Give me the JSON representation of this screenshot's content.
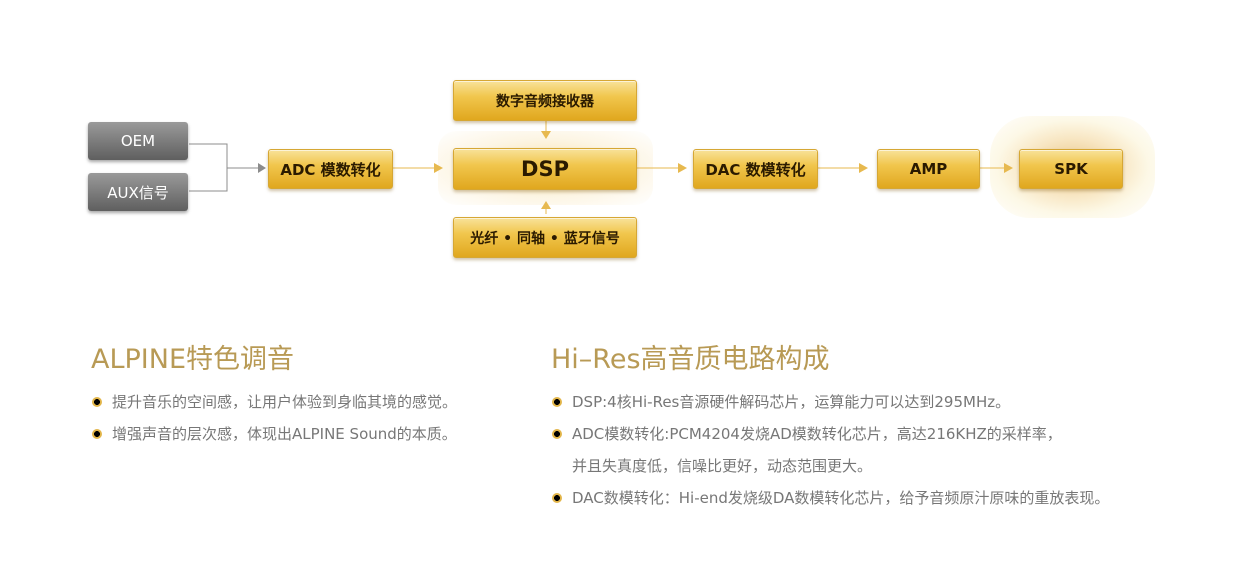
{
  "diagram": {
    "inputs": [
      "OEM",
      "AUX信号"
    ],
    "adc": "ADC 模数转化",
    "dsp": "DSP",
    "top_source": "数字音频接收器",
    "bottom_source": "光纤 • 同轴 • 蓝牙信号",
    "dac": "DAC 数模转化",
    "amp": "AMP",
    "spk": "SPK"
  },
  "left_section": {
    "title": "ALPINE特色调音",
    "items": [
      "提升音乐的空间感，让用户体验到身临其境的感觉。",
      "增强声音的层次感，体现出ALPINE Sound的本质。"
    ]
  },
  "right_section": {
    "title": "Hi–Res高音质电路构成",
    "items": [
      {
        "text": "DSP:4核Hi-Res音源硬件解码芯片，运算能力可以达到295MHz。",
        "cont": ""
      },
      {
        "text": "ADC模数转化:PCM4204发烧AD模数转化芯片，高达216KHZ的采样率，",
        "cont": "并且失真度低，信噪比更好，动态范围更大。"
      },
      {
        "text": "DAC数模转化：Hi-end发烧级DA数模转化芯片，给予音频原汁原味的重放表现。",
        "cont": ""
      }
    ]
  },
  "colors": {
    "gold": "#f1c64d",
    "gold_dark": "#e0a71e",
    "gray": "#7a7a7a",
    "title": "#b89a55",
    "connector": "#e7b94f"
  }
}
